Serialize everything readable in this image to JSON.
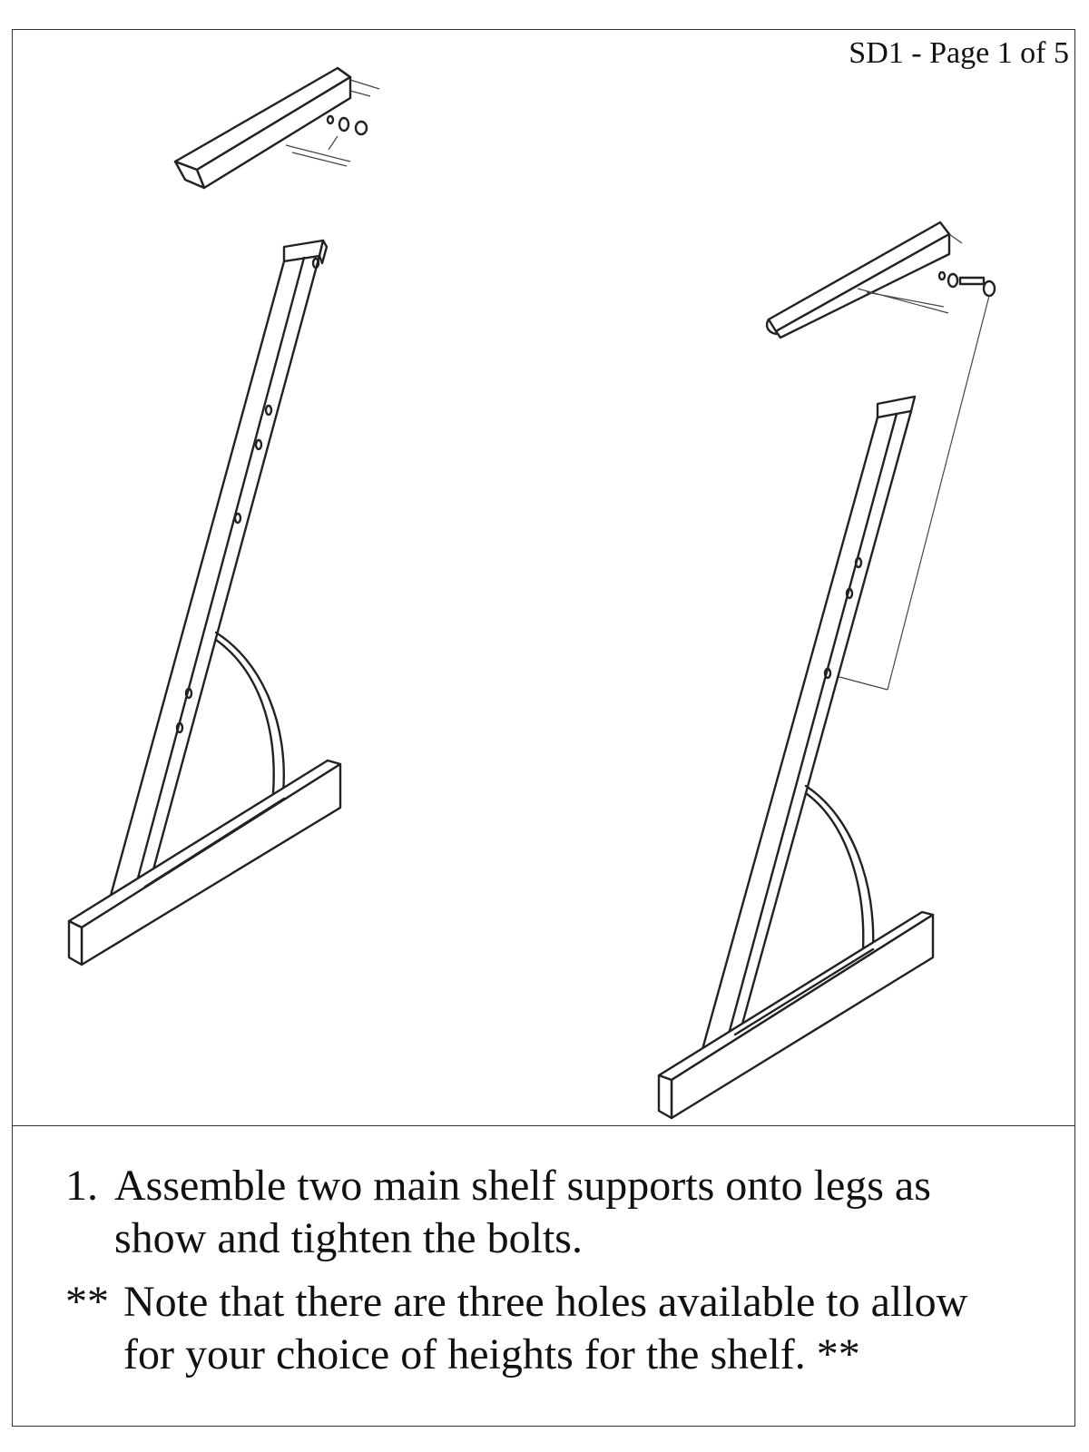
{
  "page": {
    "label": "SD1 - Page 1 of 5"
  },
  "instructions": {
    "step_number": "1.",
    "step_line1": "Assemble two main shelf supports onto legs as",
    "step_line2": "show and tighten the bolts.",
    "note_prefix": "**",
    "note_line1": "Note that there are three holes available to allow",
    "note_line2": "for your choice of heights for the shelf. **"
  },
  "colors": {
    "line": "#222222",
    "background": "#ffffff"
  }
}
